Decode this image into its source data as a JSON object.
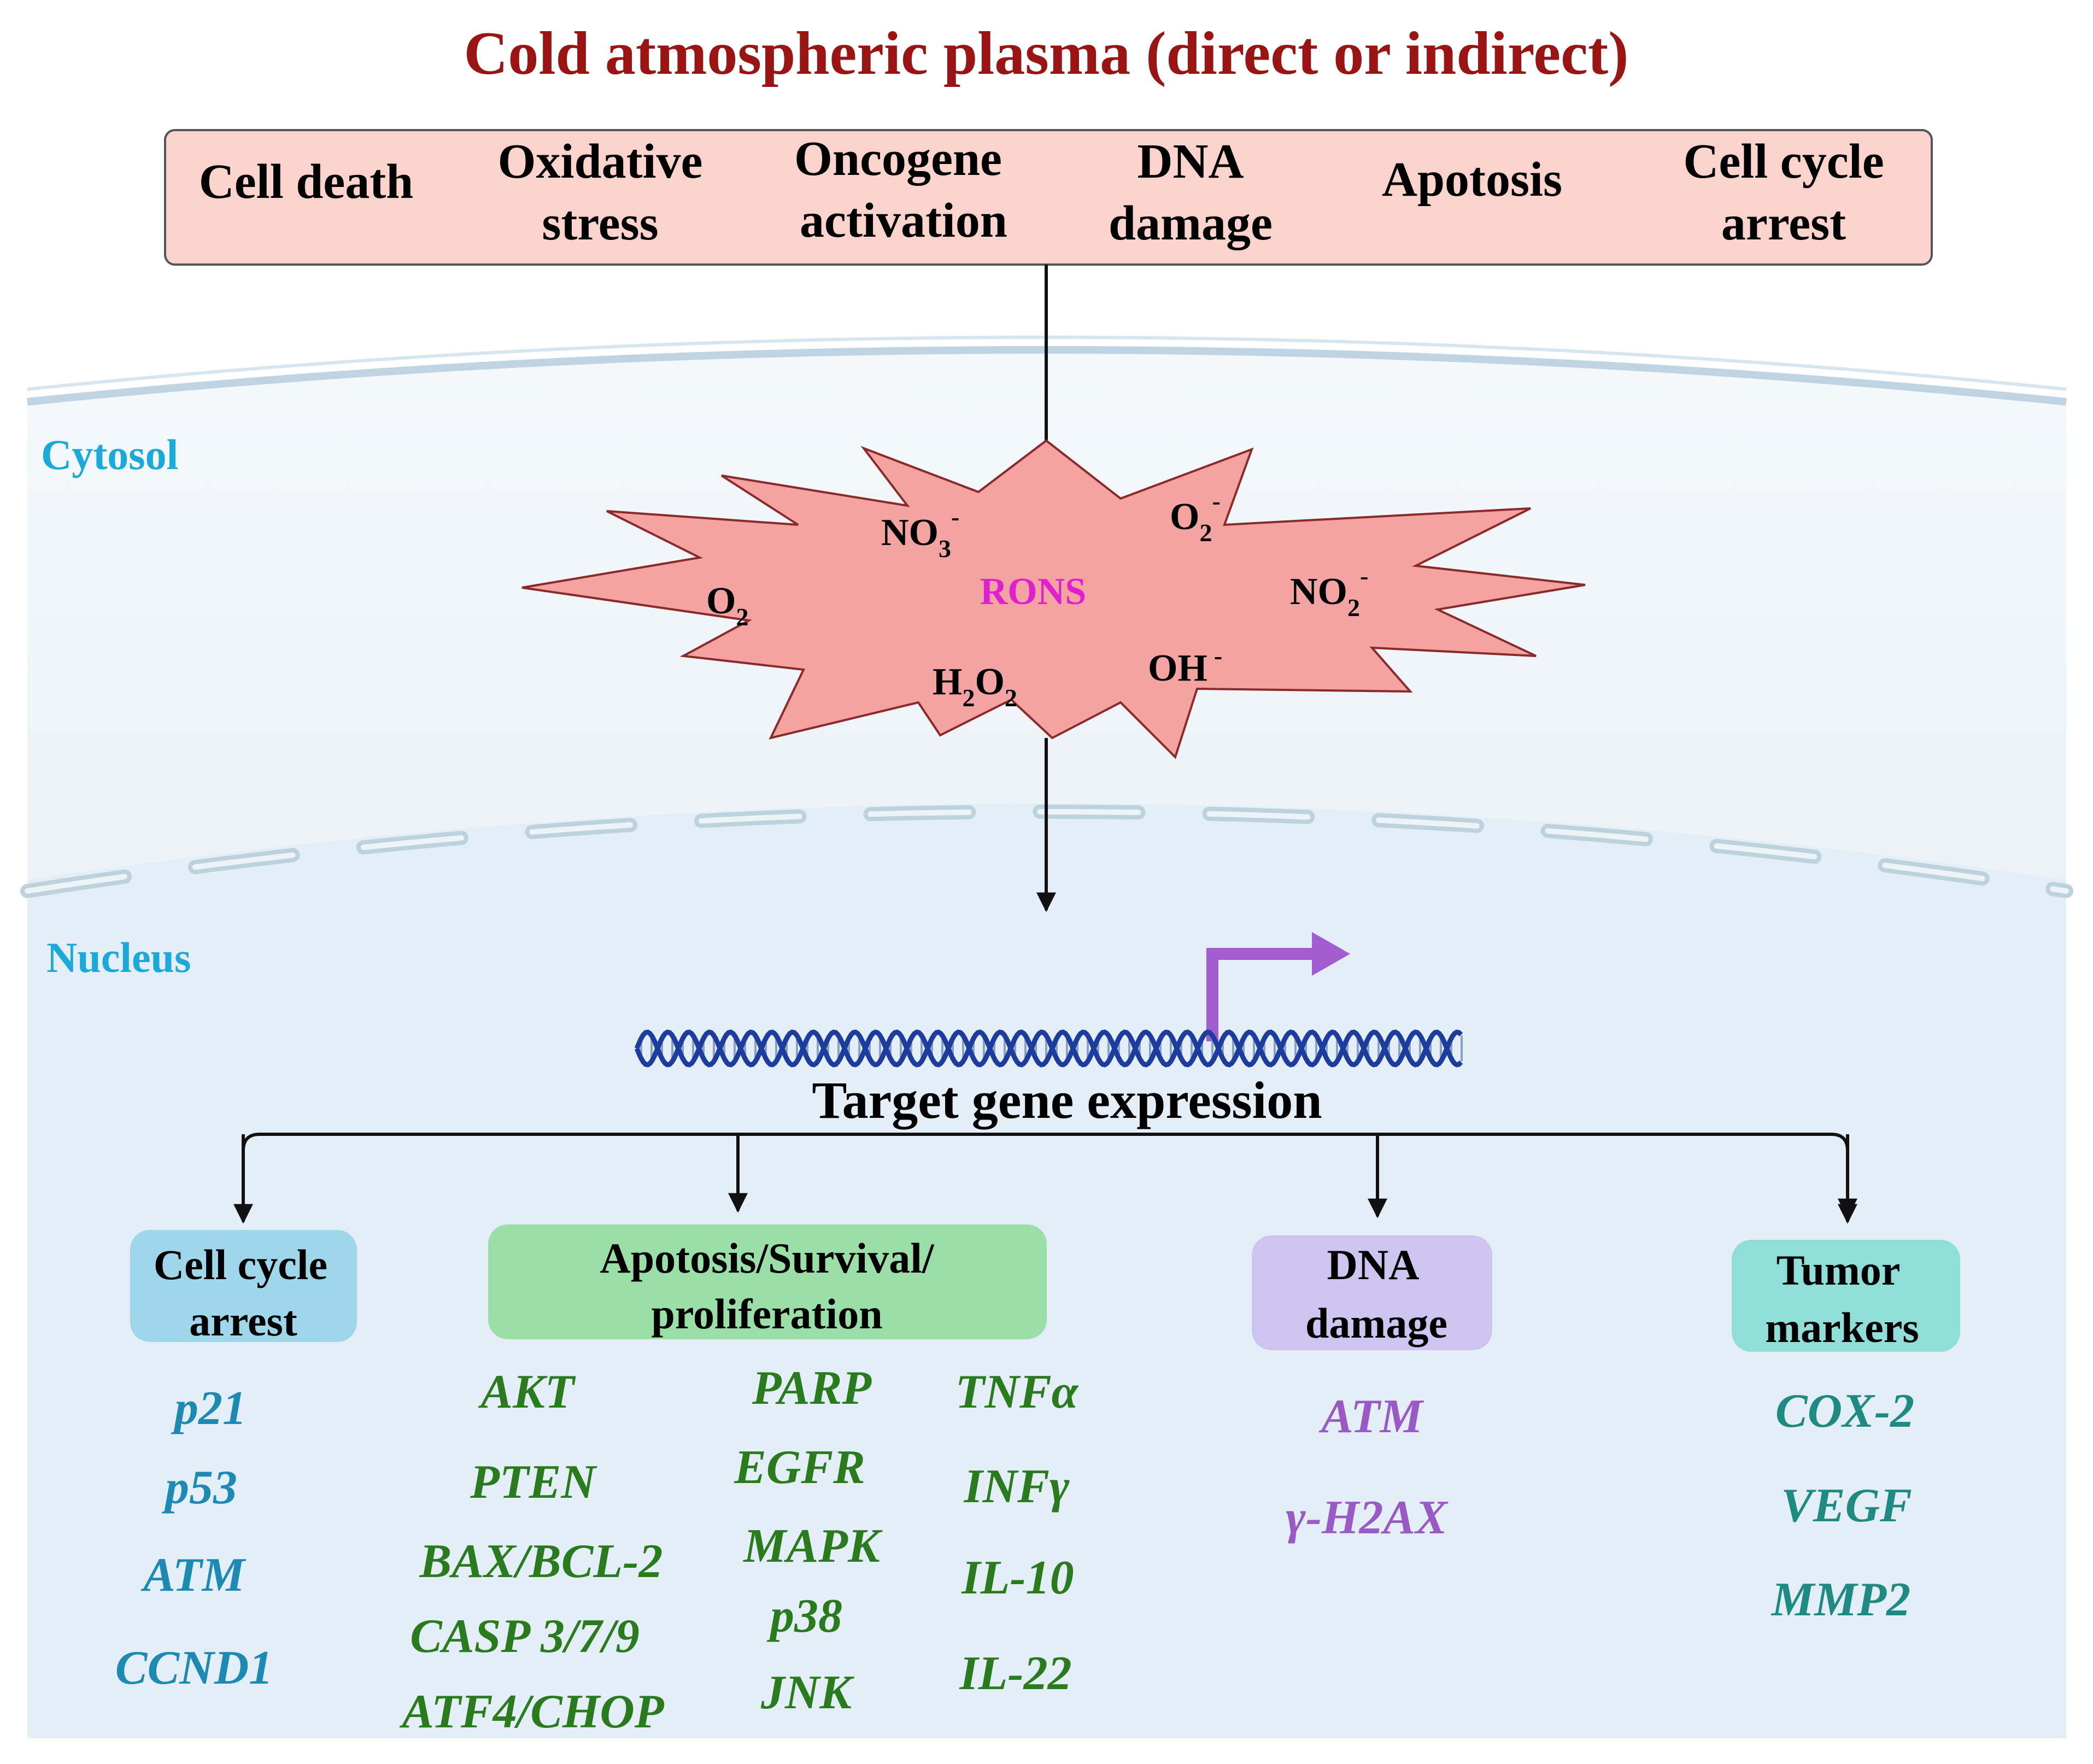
{
  "title": "Cold atmospheric plasma (direct or indirect)",
  "effects": [
    {
      "line1": "Cell death",
      "line2": ""
    },
    {
      "line1": "Oxidative",
      "line2": "stress"
    },
    {
      "line1": "Oncogene",
      "line2": "activation"
    },
    {
      "line1": "DNA",
      "line2": "damage"
    },
    {
      "line1": "Apotosis",
      "line2": ""
    },
    {
      "line1": "Cell cycle",
      "line2": "arrest"
    }
  ],
  "regions": {
    "cytosol": "Cytosol",
    "nucleus": "Nucleus"
  },
  "rons": {
    "center_label": "RONS",
    "species": [
      {
        "base": "NO",
        "sub": "3",
        "sup": "-"
      },
      {
        "base": "O",
        "sub": "2",
        "sup": "-"
      },
      {
        "base": "O",
        "sub": "2",
        "sup": ""
      },
      {
        "base": "NO",
        "sub": "2",
        "sup": "-"
      },
      {
        "base": "H",
        "sub": "2",
        "mid": "O",
        "sub2": "2",
        "sup": ""
      },
      {
        "base": "OH",
        "sub": "",
        "sup": "-"
      }
    ]
  },
  "target_label": "Target gene expression",
  "categories": [
    {
      "line1": "Cell cycle",
      "line2": "arrest",
      "genes": [
        "p21",
        "p53",
        "ATM",
        "CCND1"
      ]
    },
    {
      "line1": "Apotosis/Survival/",
      "line2": "proliferation",
      "genes_col1": [
        "AKT",
        "PTEN",
        "BAX/BCL-2",
        "CASP 3/7/9",
        "ATF4/CHOP"
      ],
      "genes_col2": [
        "PARP",
        "EGFR",
        "MAPK",
        "p38",
        "JNK"
      ],
      "genes_col3": [
        "TNFα",
        "INFγ",
        "IL-10",
        "IL-22"
      ]
    },
    {
      "line1": "DNA",
      "line2": "damage",
      "genes": [
        "ATM",
        "γ-H2AX"
      ]
    },
    {
      "line1": "Tumor",
      "line2": "markers",
      "genes": [
        "COX-2",
        "VEGF",
        "MMP2"
      ]
    }
  ],
  "colors": {
    "title": "#9b1414",
    "effects_box": "#f9d3cc",
    "burst": "#f4a3a3",
    "rons_label": "#e020d0",
    "region_label": "#1aa9d8",
    "cell_cycle_box": "#9ed6ea",
    "apoptosis_box": "#9bdfa8",
    "dna_box": "#cdc4ef",
    "tumor_box": "#8fded8",
    "cell_cycle_text": "#1d8ab4",
    "apoptosis_text": "#2a7a1e",
    "dna_text": "#9a5ac6",
    "tumor_text": "#1f8a82",
    "arrow_purple": "#a35ccf",
    "dna_helix": "#1d3d9e"
  },
  "icons": [
    "burst-shape",
    "dna-helix-icon",
    "transcription-arrow-icon",
    "membrane-line",
    "nuclear-envelope"
  ]
}
